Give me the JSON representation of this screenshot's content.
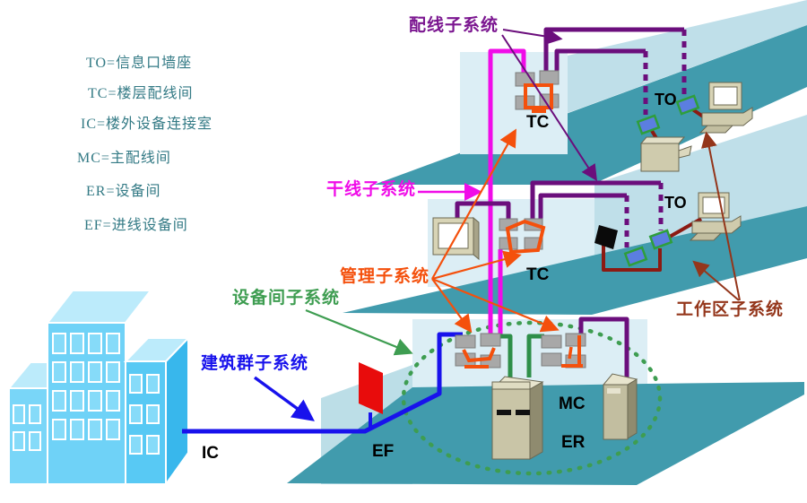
{
  "legend": {
    "items": [
      {
        "text": "TO=信息口墙座"
      },
      {
        "text": "TC=楼层配线间"
      },
      {
        "text": "IC=楼外设备连接室"
      },
      {
        "text": "MC=主配线间"
      },
      {
        "text": "ER=设备间"
      },
      {
        "text": "EF=进线设备间"
      }
    ]
  },
  "subsystems": {
    "horizontal": {
      "label": "配线子系统",
      "color": "#7B1690"
    },
    "backbone": {
      "label": "干线子系统",
      "color": "#F00CE8"
    },
    "management": {
      "label": "管理子系统",
      "color": "#F4500C"
    },
    "equipment_room": {
      "label": "设备间子系统",
      "color": "#3E9D51"
    },
    "campus": {
      "label": "建筑群子系统",
      "color": "#1812EC"
    },
    "work_area": {
      "label": "工作区子系统",
      "color": "#94361B"
    }
  },
  "rooms": {
    "tc_top": "TC",
    "tc_mid": "TC",
    "to_top": "TO",
    "to_mid": "TO",
    "mc": "MC",
    "er": "ER",
    "ef": "EF",
    "ic": "IC"
  },
  "colors": {
    "floor_slab": "#419BAD",
    "floor_band": "#BFDFE9",
    "floor_wall": "#DCEEF5",
    "side_wall": "#BCDEE7",
    "building_front": "#6FD2F7",
    "building_roof": "#BCEBFB",
    "cable_backbone_magenta": "#F00CE8",
    "cable_horizontal_purple": "#6B0E7C",
    "cable_campus_blue": "#1812EC",
    "cable_work_area_red": "#8C1A12",
    "cable_equipment_green": "#2E8F49",
    "management_orange": "#F4500C",
    "connector_gray": "#A8A8A8",
    "ef_panel_red": "#E80C0C",
    "to_outlet_blue": "#5B7EE0",
    "to_outlet_border": "#2E9E3C"
  }
}
